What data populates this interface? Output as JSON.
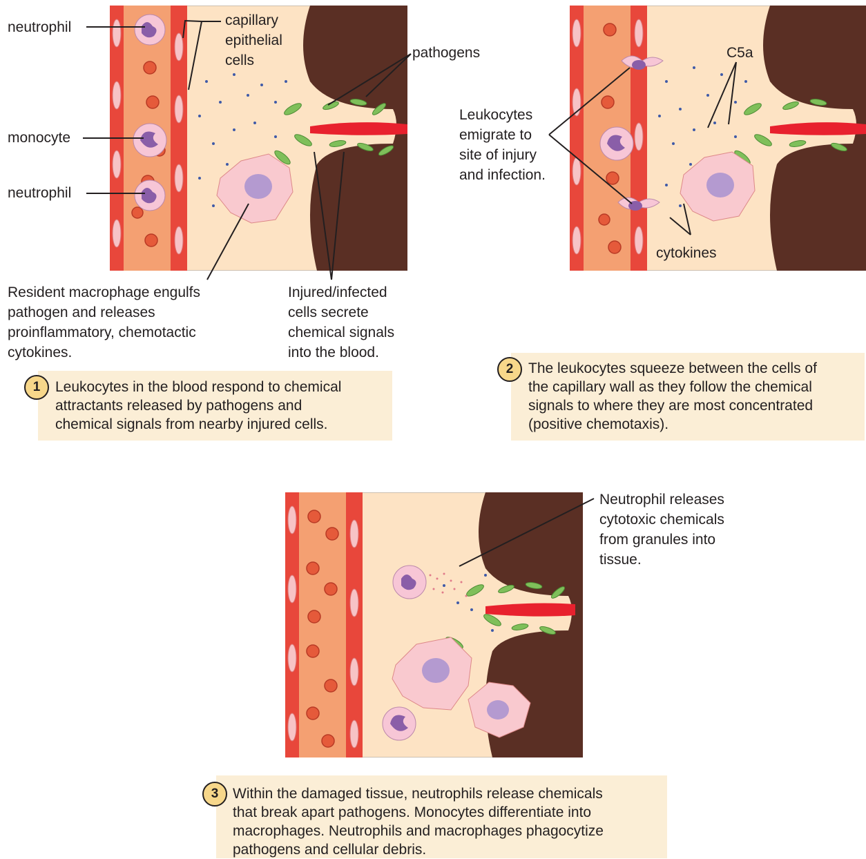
{
  "panel1": {
    "labels": {
      "neutrophil_top": "neutrophil",
      "capillary_epithelial": [
        "capillary",
        "epithelial",
        "cells"
      ],
      "pathogens": "pathogens",
      "monocyte": "monocyte",
      "neutrophil_bottom": "neutrophil",
      "macrophage_desc": [
        "Resident macrophage engulfs",
        "pathogen and releases",
        "proinflammatory, chemotactic",
        "cytokines."
      ],
      "injured_desc": [
        "Injured/infected",
        "cells secrete",
        "chemical signals",
        "into the blood."
      ]
    },
    "step_number": "1",
    "caption": [
      "Leukocytes in the blood respond to chemical",
      "attractants released by pathogens and",
      "chemical signals from nearby injured cells."
    ]
  },
  "panel2": {
    "labels": {
      "c5a": "C5a",
      "leukocytes_emigrate": [
        "Leukocytes",
        "emigrate to",
        "site of injury",
        "and infection."
      ],
      "cytokines": "cytokines"
    },
    "step_number": "2",
    "caption": [
      "The leukocytes squeeze between the cells of",
      "the capillary wall as they follow the chemical",
      "signals to where they are most concentrated",
      "(positive chemotaxis)."
    ]
  },
  "panel3": {
    "labels": {
      "neutrophil_releases": [
        "Neutrophil releases",
        "cytotoxic chemicals",
        "from granules into",
        "tissue."
      ]
    },
    "step_number": "3",
    "caption": [
      "Within the damaged tissue, neutrophils release chemicals",
      "that break apart pathogens. Monocytes differentiate into",
      "macrophages. Neutrophils and macrophages phagocytize",
      "pathogens and cellular debris."
    ]
  },
  "colors": {
    "vessel_wall": "#e8473b",
    "blood": "#f4a072",
    "tissue": "#fde3c4",
    "injured_tissue": "#5a2f24",
    "wound": "#e8212e",
    "pathogen": "#7fbf5a",
    "leukocyte": "#f7c6d6",
    "nucleus": "#8a5ea8",
    "macrophage": "#f9c9cf",
    "signal_dot": "#3f5aa8",
    "caption_bg": "#fbeed6",
    "step_circle": "#f7d78a"
  }
}
